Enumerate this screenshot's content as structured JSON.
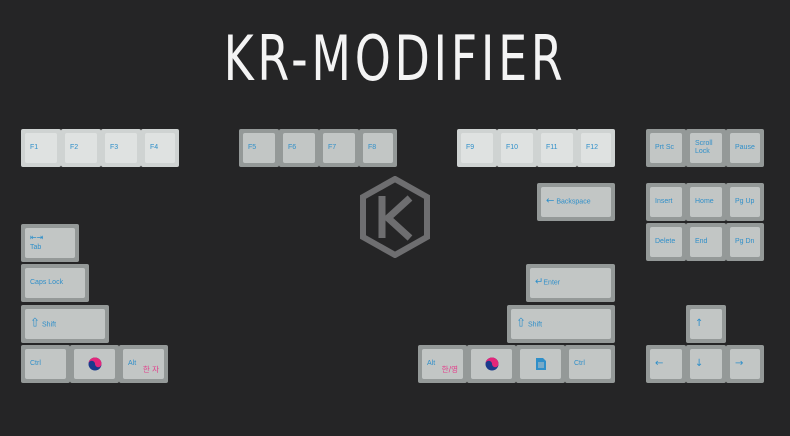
{
  "title": "KR-MODIFIER",
  "colors": {
    "background": "#252526",
    "alpha_key": "#dfe2e1",
    "modifier_key": "#c2c6c5",
    "legend_blue": "#2f8fc9",
    "legend_pink": "#e33d8a"
  },
  "keys": {
    "f1": "F1",
    "f2": "F2",
    "f3": "F3",
    "f4": "F4",
    "f5": "F5",
    "f6": "F6",
    "f7": "F7",
    "f8": "F8",
    "f9": "F9",
    "f10": "F10",
    "f11": "F11",
    "f12": "F12",
    "prtsc": "Prt Sc",
    "scroll_lock": "Scroll\nLock",
    "pause": "Pause",
    "backspace": "Backspace",
    "insert": "Insert",
    "home": "Home",
    "pgup": "Pg Up",
    "delete": "Delete",
    "end": "End",
    "pgdn": "Pg Dn",
    "tab": "Tab",
    "caps_lock": "Caps Lock",
    "enter": "Enter",
    "shift": "Shift",
    "ctrl": "Ctrl",
    "alt": "Alt",
    "hanja": "한 자",
    "han_yeong": "한/영"
  },
  "icons": {
    "tab_arrows": "⇤⇥",
    "backspace_arrow": "←",
    "enter_arrow": "↵",
    "shift_arrow": "⇧",
    "flag": "korean-flag-icon",
    "menu": "menu-icon",
    "arrow_up": "↑",
    "arrow_down": "↓",
    "arrow_left": "←",
    "arrow_right": "→"
  }
}
